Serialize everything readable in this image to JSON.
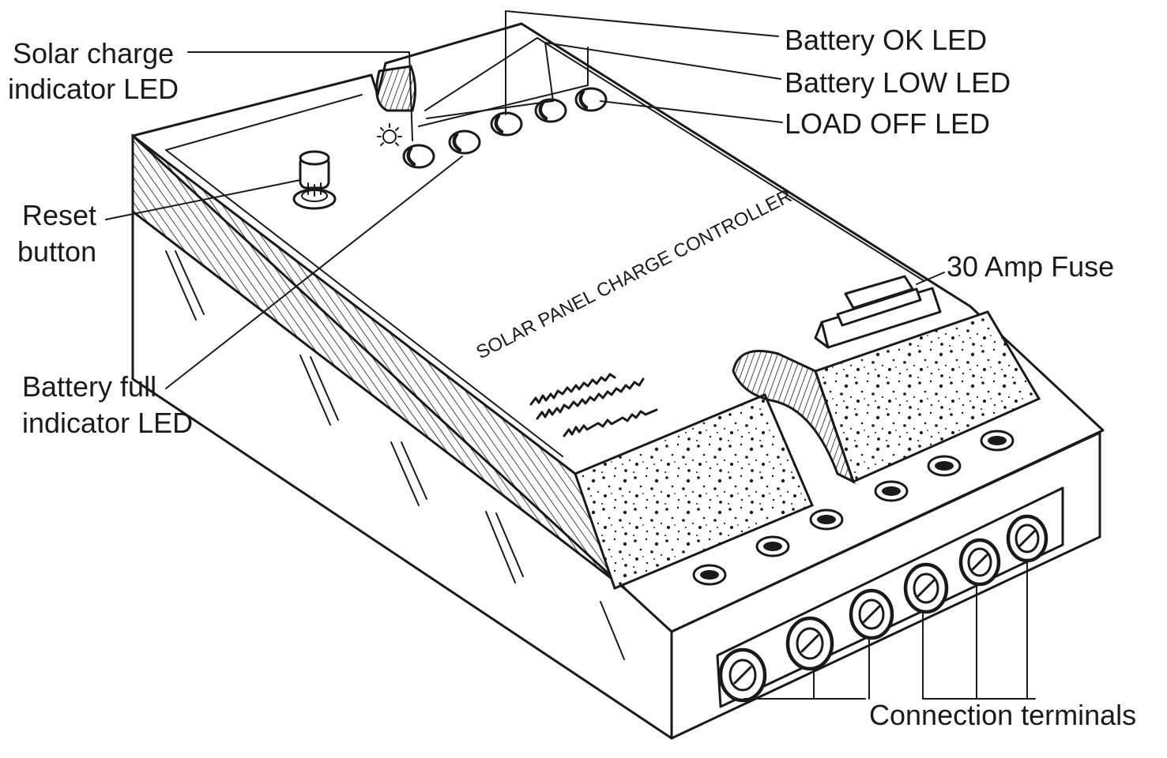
{
  "labels": {
    "solar_charge_line1": "Solar charge",
    "solar_charge_line2": "indicator LED",
    "battery_ok": "Battery OK LED",
    "battery_low": "Battery LOW LED",
    "load_off": "LOAD OFF LED",
    "reset_line1": "Reset",
    "reset_line2": "button",
    "fuse": "30 Amp Fuse",
    "battery_full_line1": "Battery full",
    "battery_full_line2": "indicator LED",
    "terminals": "Connection terminals"
  },
  "device": {
    "top_text": "SOLAR PANEL CHARGE CONTROLLER"
  },
  "colors": {
    "ink": "#1a1a1a",
    "paper": "#ffffff"
  }
}
